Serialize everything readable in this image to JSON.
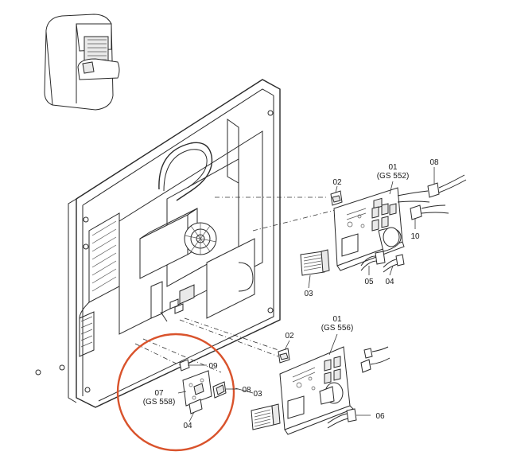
{
  "callouts": {
    "c01_top": "01",
    "c01_top_sub": "(GS 552)",
    "c02_top": "02",
    "c08_top": "08",
    "c10": "10",
    "c05": "05",
    "c04_top": "04",
    "c03_top": "03",
    "c01_bot": "01",
    "c01_bot_sub": "(GS 556)",
    "c02_bot": "02",
    "c09": "09",
    "c07": "07",
    "c07_sub": "(GS 558)",
    "c08_bot": "08",
    "c03_bot": "03",
    "c04_bot": "04",
    "c06": "06"
  },
  "colors": {
    "highlight_circle": "#d9532c",
    "line": "#2a2a2a"
  }
}
